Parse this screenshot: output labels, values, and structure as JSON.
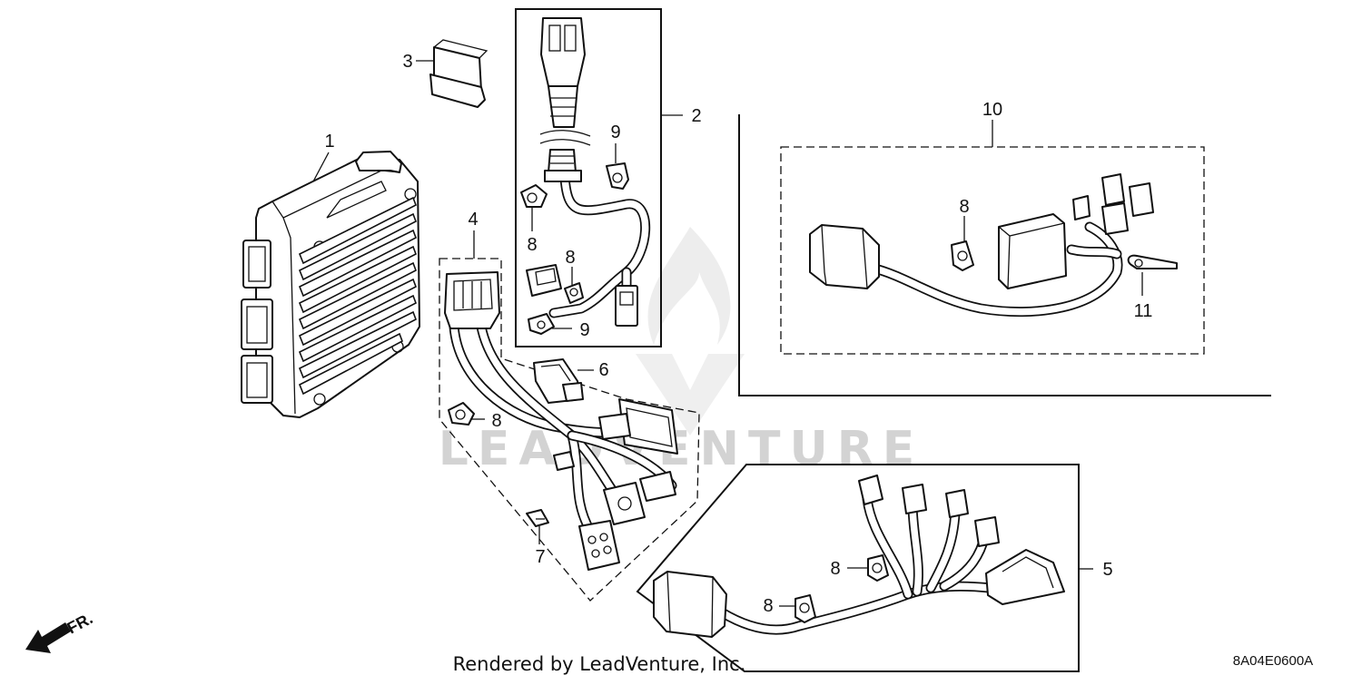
{
  "diagram": {
    "code": "8A04E0600A",
    "credit": "Rendered by LeadVenture, Inc.",
    "watermark": "LEADVENTURE",
    "direction_marker": "FR.",
    "callouts": {
      "ecu": "1",
      "harness_upper": "2",
      "cover": "3",
      "harness_middle": "4",
      "harness_lower": "5",
      "connector": "6",
      "clip": "7",
      "clamp": "8",
      "band_clip": "9",
      "sub_harness": "10",
      "tie": "11"
    }
  }
}
